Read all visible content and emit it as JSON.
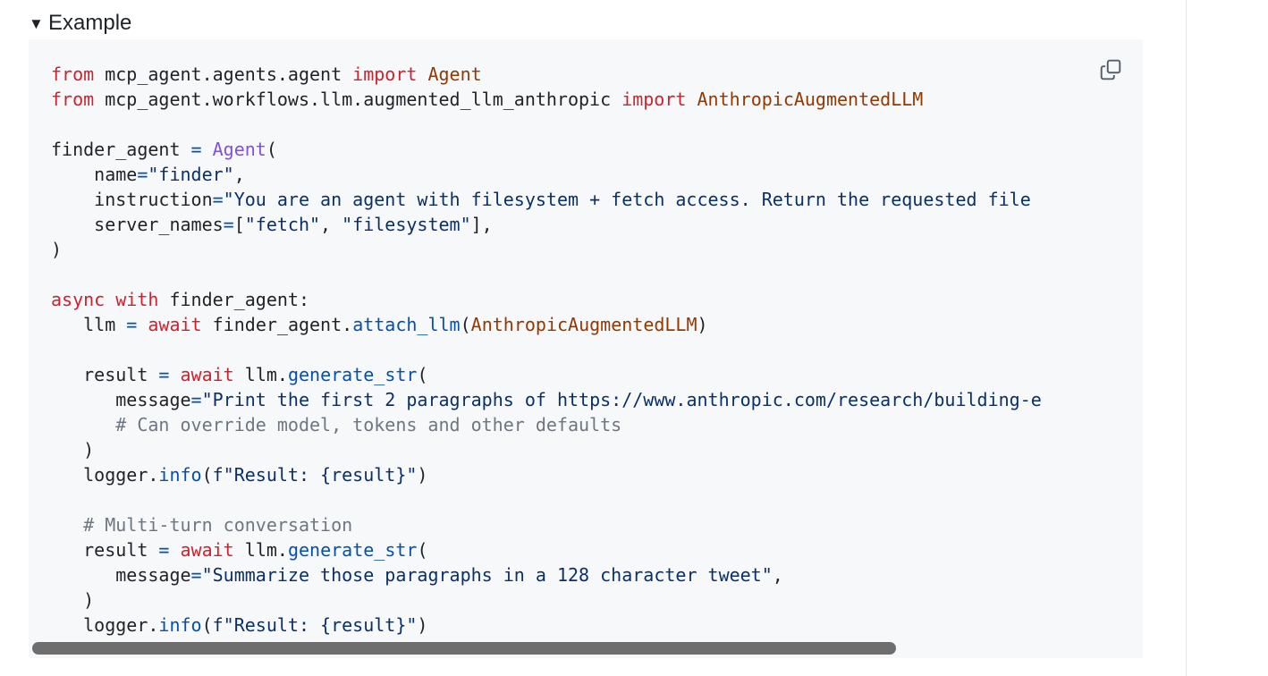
{
  "details": {
    "expanded_glyph": "▼",
    "summary_label": "Example"
  },
  "colors": {
    "keyword": "#cf222e",
    "plain": "#1f2328",
    "string": "#0a3069",
    "class_name": "#953800",
    "call_purple": "#8250df",
    "func_blue": "#0550ae",
    "operator": "#0550ae",
    "comment": "#6e7781"
  },
  "code_lines": [
    [
      {
        "t": "from",
        "c": "keyword"
      },
      {
        "t": " mcp_agent.agents.agent ",
        "c": "plain"
      },
      {
        "t": "import",
        "c": "keyword"
      },
      {
        "t": " ",
        "c": "plain"
      },
      {
        "t": "Agent",
        "c": "class_name"
      }
    ],
    [
      {
        "t": "from",
        "c": "keyword"
      },
      {
        "t": " mcp_agent.workflows.llm.augmented_llm_anthropic ",
        "c": "plain"
      },
      {
        "t": "import",
        "c": "keyword"
      },
      {
        "t": " ",
        "c": "plain"
      },
      {
        "t": "AnthropicAugmentedLLM",
        "c": "class_name"
      }
    ],
    [],
    [
      {
        "t": "finder_agent ",
        "c": "plain"
      },
      {
        "t": "=",
        "c": "operator"
      },
      {
        "t": " ",
        "c": "plain"
      },
      {
        "t": "Agent",
        "c": "call_purple"
      },
      {
        "t": "(",
        "c": "plain"
      }
    ],
    [
      {
        "t": "    name",
        "c": "plain"
      },
      {
        "t": "=",
        "c": "operator"
      },
      {
        "t": "\"finder\"",
        "c": "string"
      },
      {
        "t": ",",
        "c": "plain"
      }
    ],
    [
      {
        "t": "    instruction",
        "c": "plain"
      },
      {
        "t": "=",
        "c": "operator"
      },
      {
        "t": "\"You are an agent with filesystem + fetch access. Return the requested file",
        "c": "string"
      }
    ],
    [
      {
        "t": "    server_names",
        "c": "plain"
      },
      {
        "t": "=",
        "c": "operator"
      },
      {
        "t": "[",
        "c": "plain"
      },
      {
        "t": "\"fetch\"",
        "c": "string"
      },
      {
        "t": ", ",
        "c": "plain"
      },
      {
        "t": "\"filesystem\"",
        "c": "string"
      },
      {
        "t": "],",
        "c": "plain"
      }
    ],
    [
      {
        "t": ")",
        "c": "plain"
      }
    ],
    [],
    [
      {
        "t": "async",
        "c": "keyword"
      },
      {
        "t": " ",
        "c": "plain"
      },
      {
        "t": "with",
        "c": "keyword"
      },
      {
        "t": " finder_agent:",
        "c": "plain"
      }
    ],
    [
      {
        "t": "   llm ",
        "c": "plain"
      },
      {
        "t": "=",
        "c": "operator"
      },
      {
        "t": " ",
        "c": "plain"
      },
      {
        "t": "await",
        "c": "keyword"
      },
      {
        "t": " finder_agent.",
        "c": "plain"
      },
      {
        "t": "attach_llm",
        "c": "func_blue"
      },
      {
        "t": "(",
        "c": "plain"
      },
      {
        "t": "AnthropicAugmentedLLM",
        "c": "class_name"
      },
      {
        "t": ")",
        "c": "plain"
      }
    ],
    [],
    [
      {
        "t": "   result ",
        "c": "plain"
      },
      {
        "t": "=",
        "c": "operator"
      },
      {
        "t": " ",
        "c": "plain"
      },
      {
        "t": "await",
        "c": "keyword"
      },
      {
        "t": " llm.",
        "c": "plain"
      },
      {
        "t": "generate_str",
        "c": "func_blue"
      },
      {
        "t": "(",
        "c": "plain"
      }
    ],
    [
      {
        "t": "      message",
        "c": "plain"
      },
      {
        "t": "=",
        "c": "operator"
      },
      {
        "t": "\"Print the first 2 paragraphs of https://www.anthropic.com/research/building-e",
        "c": "string"
      }
    ],
    [
      {
        "t": "      # Can override model, tokens and other defaults",
        "c": "comment"
      }
    ],
    [
      {
        "t": "   )",
        "c": "plain"
      }
    ],
    [
      {
        "t": "   logger.",
        "c": "plain"
      },
      {
        "t": "info",
        "c": "func_blue"
      },
      {
        "t": "(",
        "c": "plain"
      },
      {
        "t": "f\"Result: {result}\"",
        "c": "string"
      },
      {
        "t": ")",
        "c": "plain"
      }
    ],
    [],
    [
      {
        "t": "   # Multi-turn conversation",
        "c": "comment"
      }
    ],
    [
      {
        "t": "   result ",
        "c": "plain"
      },
      {
        "t": "=",
        "c": "operator"
      },
      {
        "t": " ",
        "c": "plain"
      },
      {
        "t": "await",
        "c": "keyword"
      },
      {
        "t": " llm.",
        "c": "plain"
      },
      {
        "t": "generate_str",
        "c": "func_blue"
      },
      {
        "t": "(",
        "c": "plain"
      }
    ],
    [
      {
        "t": "      message",
        "c": "plain"
      },
      {
        "t": "=",
        "c": "operator"
      },
      {
        "t": "\"Summarize those paragraphs in a 128 character tweet\"",
        "c": "string"
      },
      {
        "t": ",",
        "c": "plain"
      }
    ],
    [
      {
        "t": "   )",
        "c": "plain"
      }
    ],
    [
      {
        "t": "   logger.",
        "c": "plain"
      },
      {
        "t": "info",
        "c": "func_blue"
      },
      {
        "t": "(",
        "c": "plain"
      },
      {
        "t": "f\"Result: {result}\"",
        "c": "string"
      },
      {
        "t": ")",
        "c": "plain"
      }
    ]
  ],
  "copy_button": {
    "icon": "copy-icon"
  },
  "scrollbar": {
    "thumb_fraction": 0.78,
    "scroll_position": 0
  }
}
